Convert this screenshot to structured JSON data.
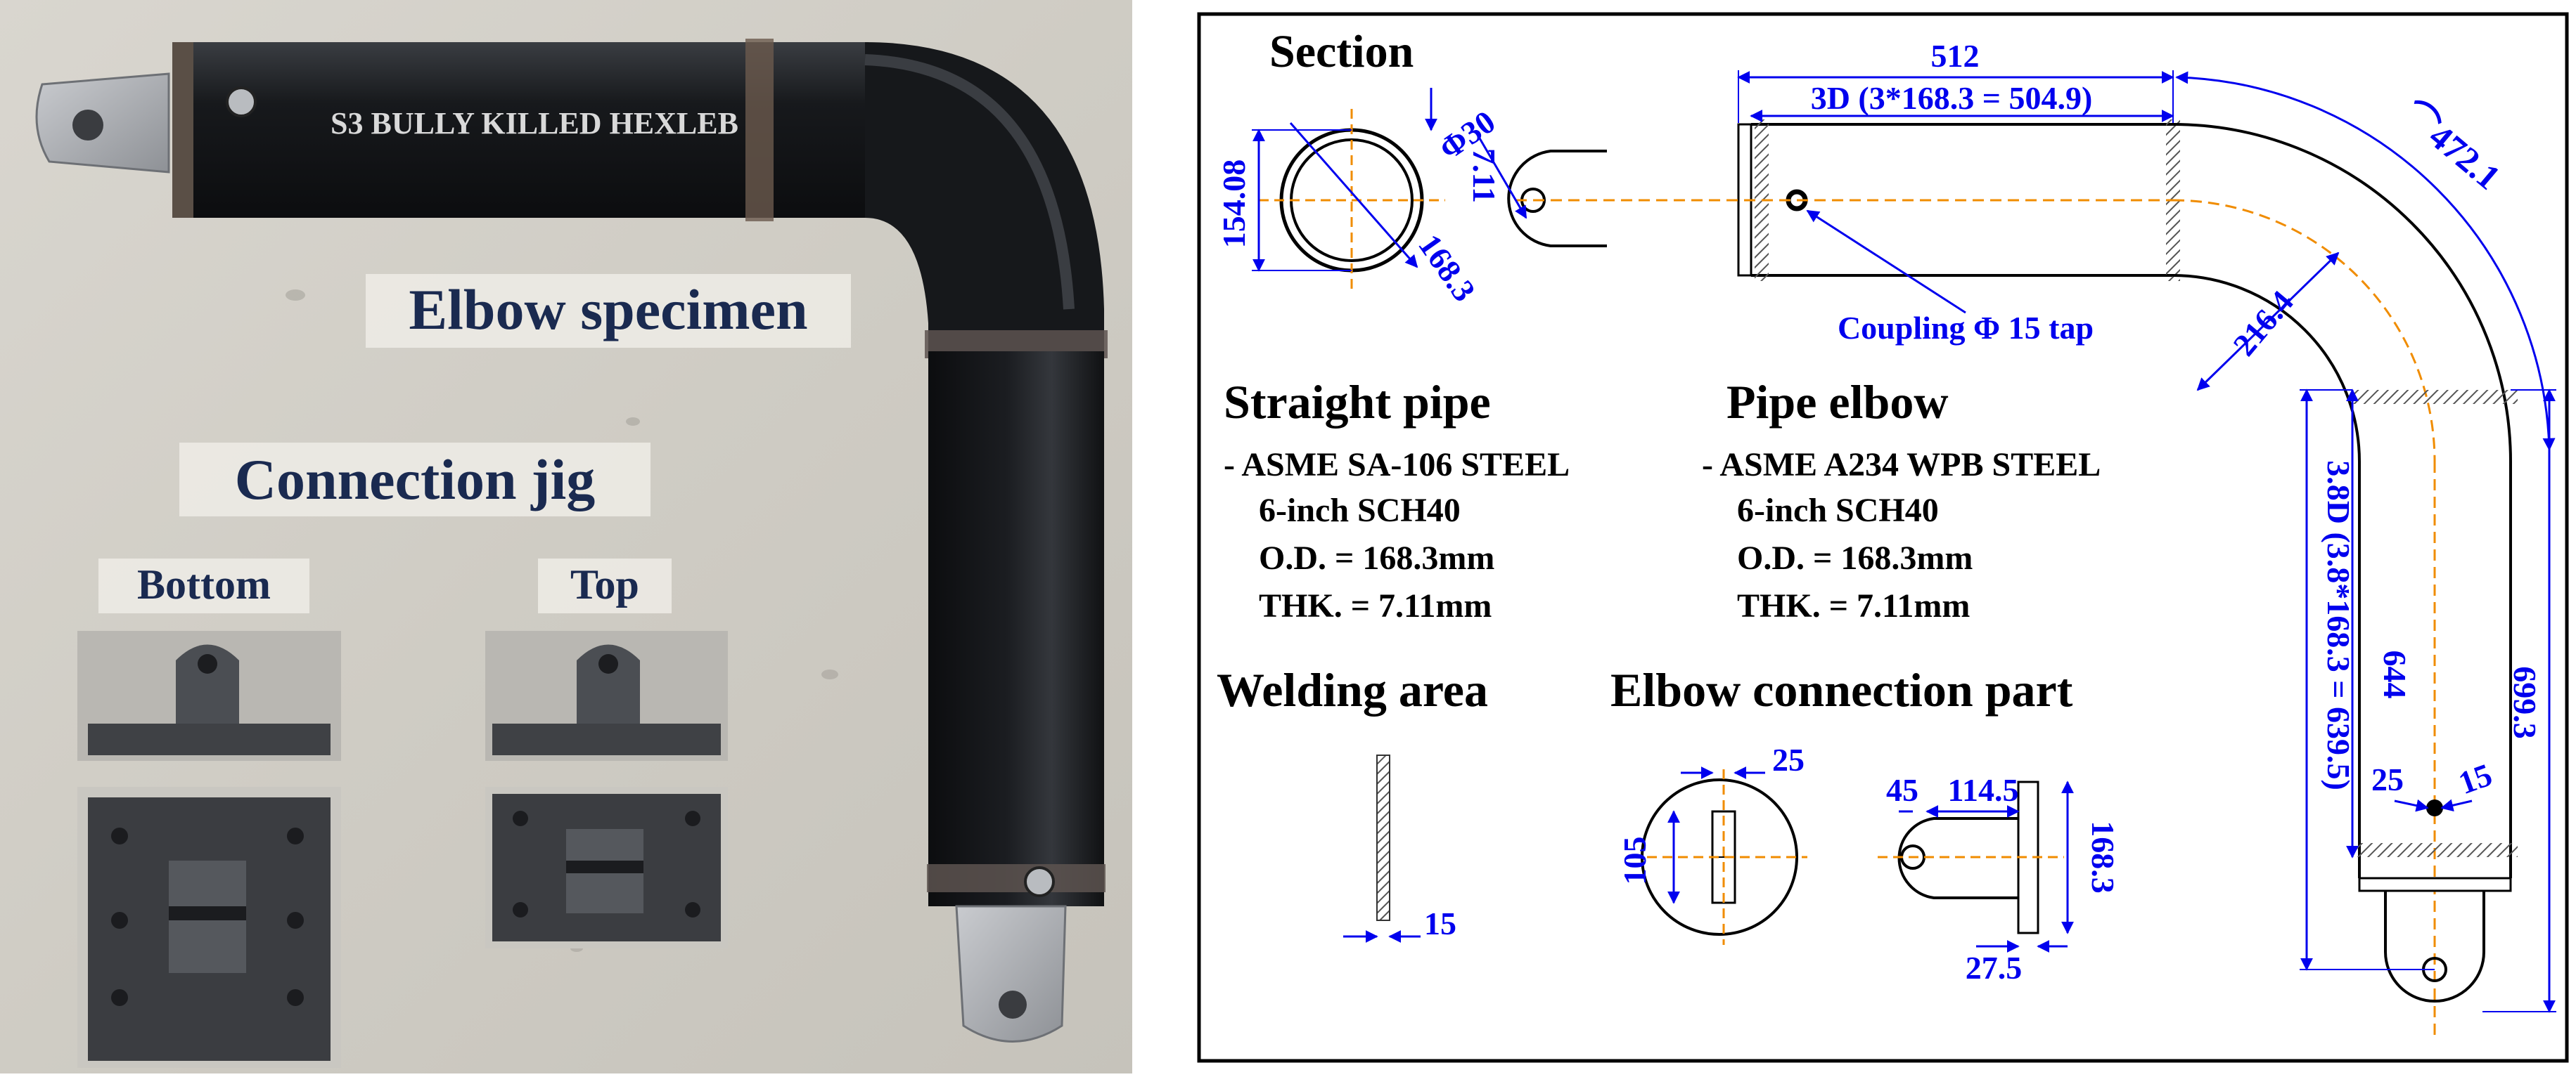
{
  "photo": {
    "elbow_label": "Elbow specimen",
    "jig_label": "Connection jig",
    "bottom_label": "Bottom",
    "top_label": "Top",
    "pipe_marking": "S3 BULLY KILLED HEXLEB"
  },
  "drawing": {
    "section_title": "Section",
    "section_dims": {
      "inner": "154.08",
      "thk": "7.11",
      "od": "168.3"
    },
    "tab_dia": "Φ30",
    "dim_512": "512",
    "dim_3d": "3D (3*168.3 = 504.9)",
    "arc_dim": "⌒472.1",
    "radius_dim": "216.4",
    "coupling": "Coupling Φ 15 tap",
    "straight": {
      "title": "Straight pipe",
      "l1": "- ASME SA-106 STEEL",
      "l2": "6-inch SCH40",
      "l3": "O.D.  = 168.3mm",
      "l4": "THK. = 7.11mm"
    },
    "elbow": {
      "title": "Pipe elbow",
      "l1": "- ASME A234 WPB STEEL",
      "l2": "6-inch SCH40",
      "l3": "O.D.  = 168.3mm",
      "l4": "THK. = 7.11mm"
    },
    "welding": {
      "title": "Welding area",
      "dim": "15"
    },
    "conn": {
      "title": "Elbow connection part",
      "d25": "25",
      "d105": "105",
      "d45": "45",
      "d1145": "114.5",
      "d1683": "168.3",
      "d275": "27.5"
    },
    "vert": {
      "d38": "3.8D (3.8*168.3 = 639.5)",
      "d644": "644",
      "d6993": "699.3",
      "d25": "25",
      "d15": "15"
    }
  }
}
